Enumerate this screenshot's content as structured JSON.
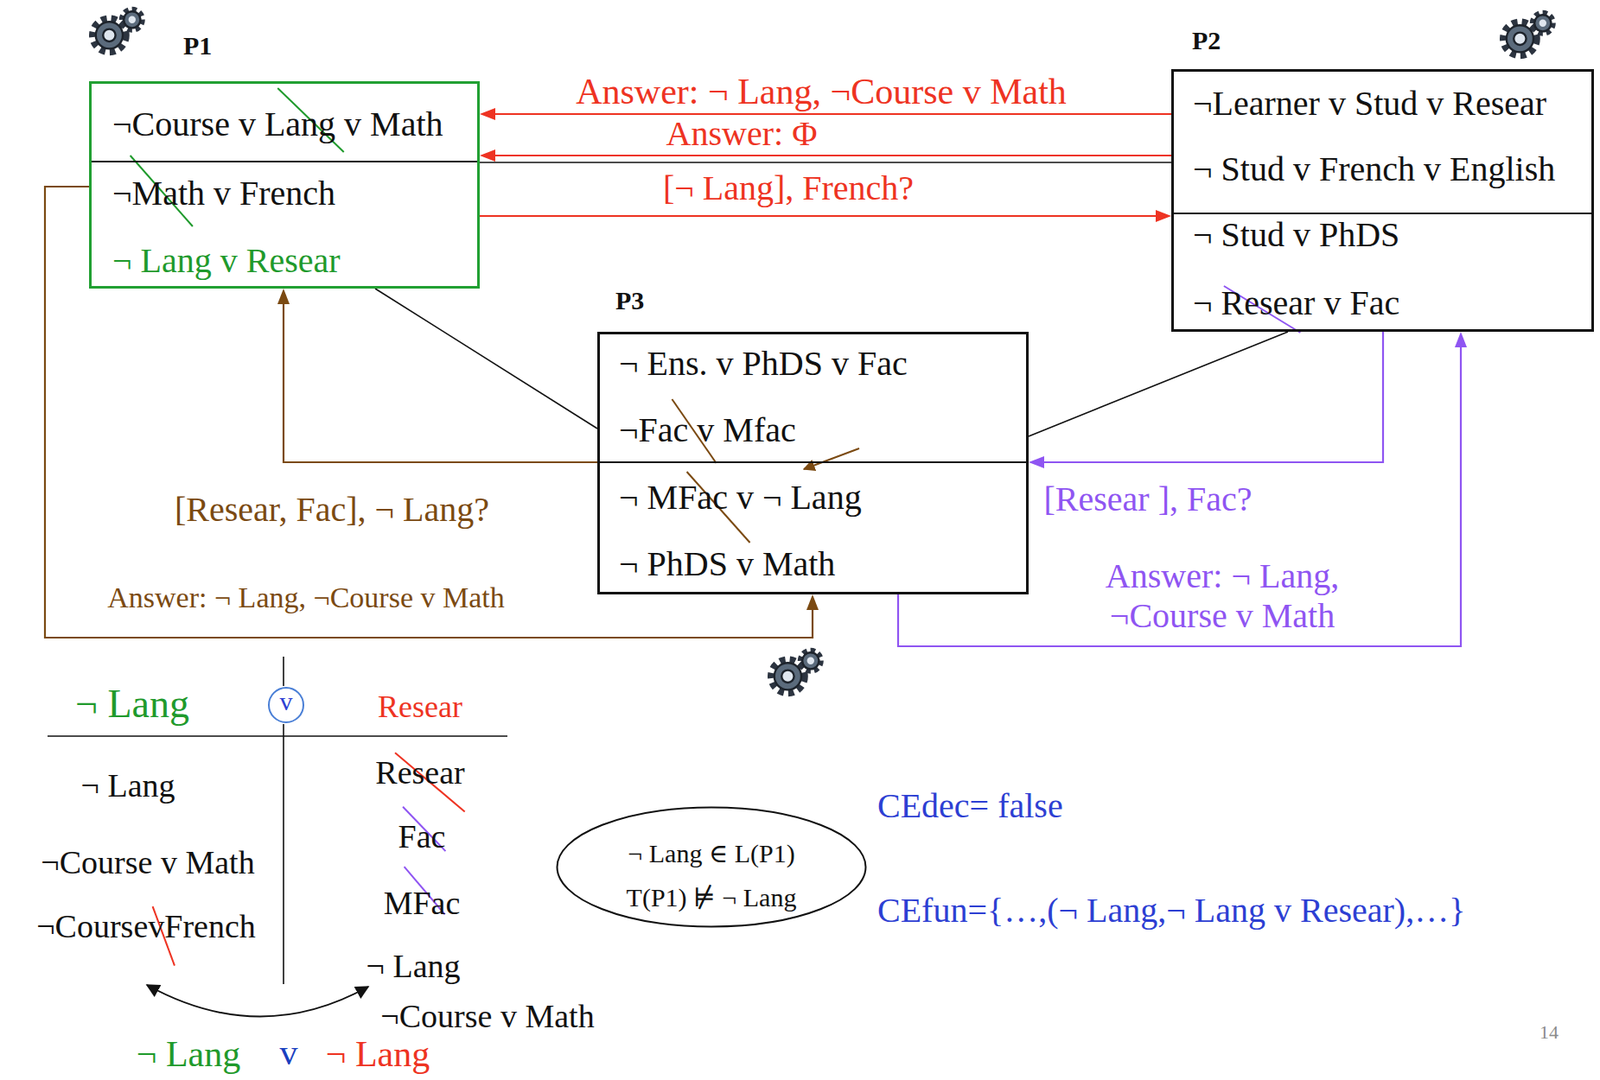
{
  "diagram": {
    "nodes": [
      {
        "text": [
          "P1",
          "¬Course v Lang v Math",
          "¬Math v French",
          "¬ Lang v Resear"
        ]
      },
      {
        "text": [
          "P2",
          "¬Learner v Stud v Resear",
          "¬ Stud v French v English",
          "¬ Stud v PhDS",
          "¬ Resear v Fac"
        ]
      },
      {
        "text": [
          "P3",
          "¬ Ens. v PhDS v Fac",
          "¬Fac v Mfac",
          "¬ MFac v ¬ Lang",
          "¬ PhDS v Math"
        ]
      },
      {
        "text": [
          "¬ Lang ∈ L(P1)",
          "T(P1) ⊭ ¬ Lang"
        ]
      }
    ],
    "edges": [
      {
        "from": 1,
        "to": 0,
        "arrow": "to",
        "label": "Answer: ¬ Lang, ¬Course v Math"
      },
      {
        "from": 1,
        "to": 0,
        "arrow": "to",
        "label": "Answer: Φ"
      },
      {
        "from": 0,
        "to": 1,
        "arrow": "to",
        "label": "[¬ Lang], French?"
      },
      {
        "from": 0,
        "to": 1,
        "arrow": "none"
      },
      {
        "from": 2,
        "to": 0,
        "arrow": "to",
        "label": "[Resear, Fac], ¬ Lang?"
      },
      {
        "from": 0,
        "to": 2,
        "arrow": "to",
        "label": "Answer: ¬ Lang, ¬Course v Math"
      },
      {
        "from": 1,
        "to": 2,
        "arrow": "to",
        "label": "[Resear ], Fac?"
      },
      {
        "from": 2,
        "to": 1,
        "arrow": "to",
        "label": "Answer: ¬ Lang, ¬Course v Math"
      },
      {
        "from": 0,
        "to": 2,
        "arrow": "none"
      },
      {
        "from": 1,
        "to": 2,
        "arrow": "none"
      }
    ],
    "labels": [
      "¬ Lang",
      "v",
      "Resear",
      "¬ Lang",
      "¬Course v Math",
      "¬CoursevFrench",
      "Resear",
      "Fac",
      "MFac",
      "¬ Lang",
      "¬Course v Math",
      "¬ Lang",
      "v",
      "¬ Lang",
      "CEdec= false",
      "CEfun={…,(¬ Lang,¬ Lang v Resear),…}",
      "14"
    ]
  }
}
